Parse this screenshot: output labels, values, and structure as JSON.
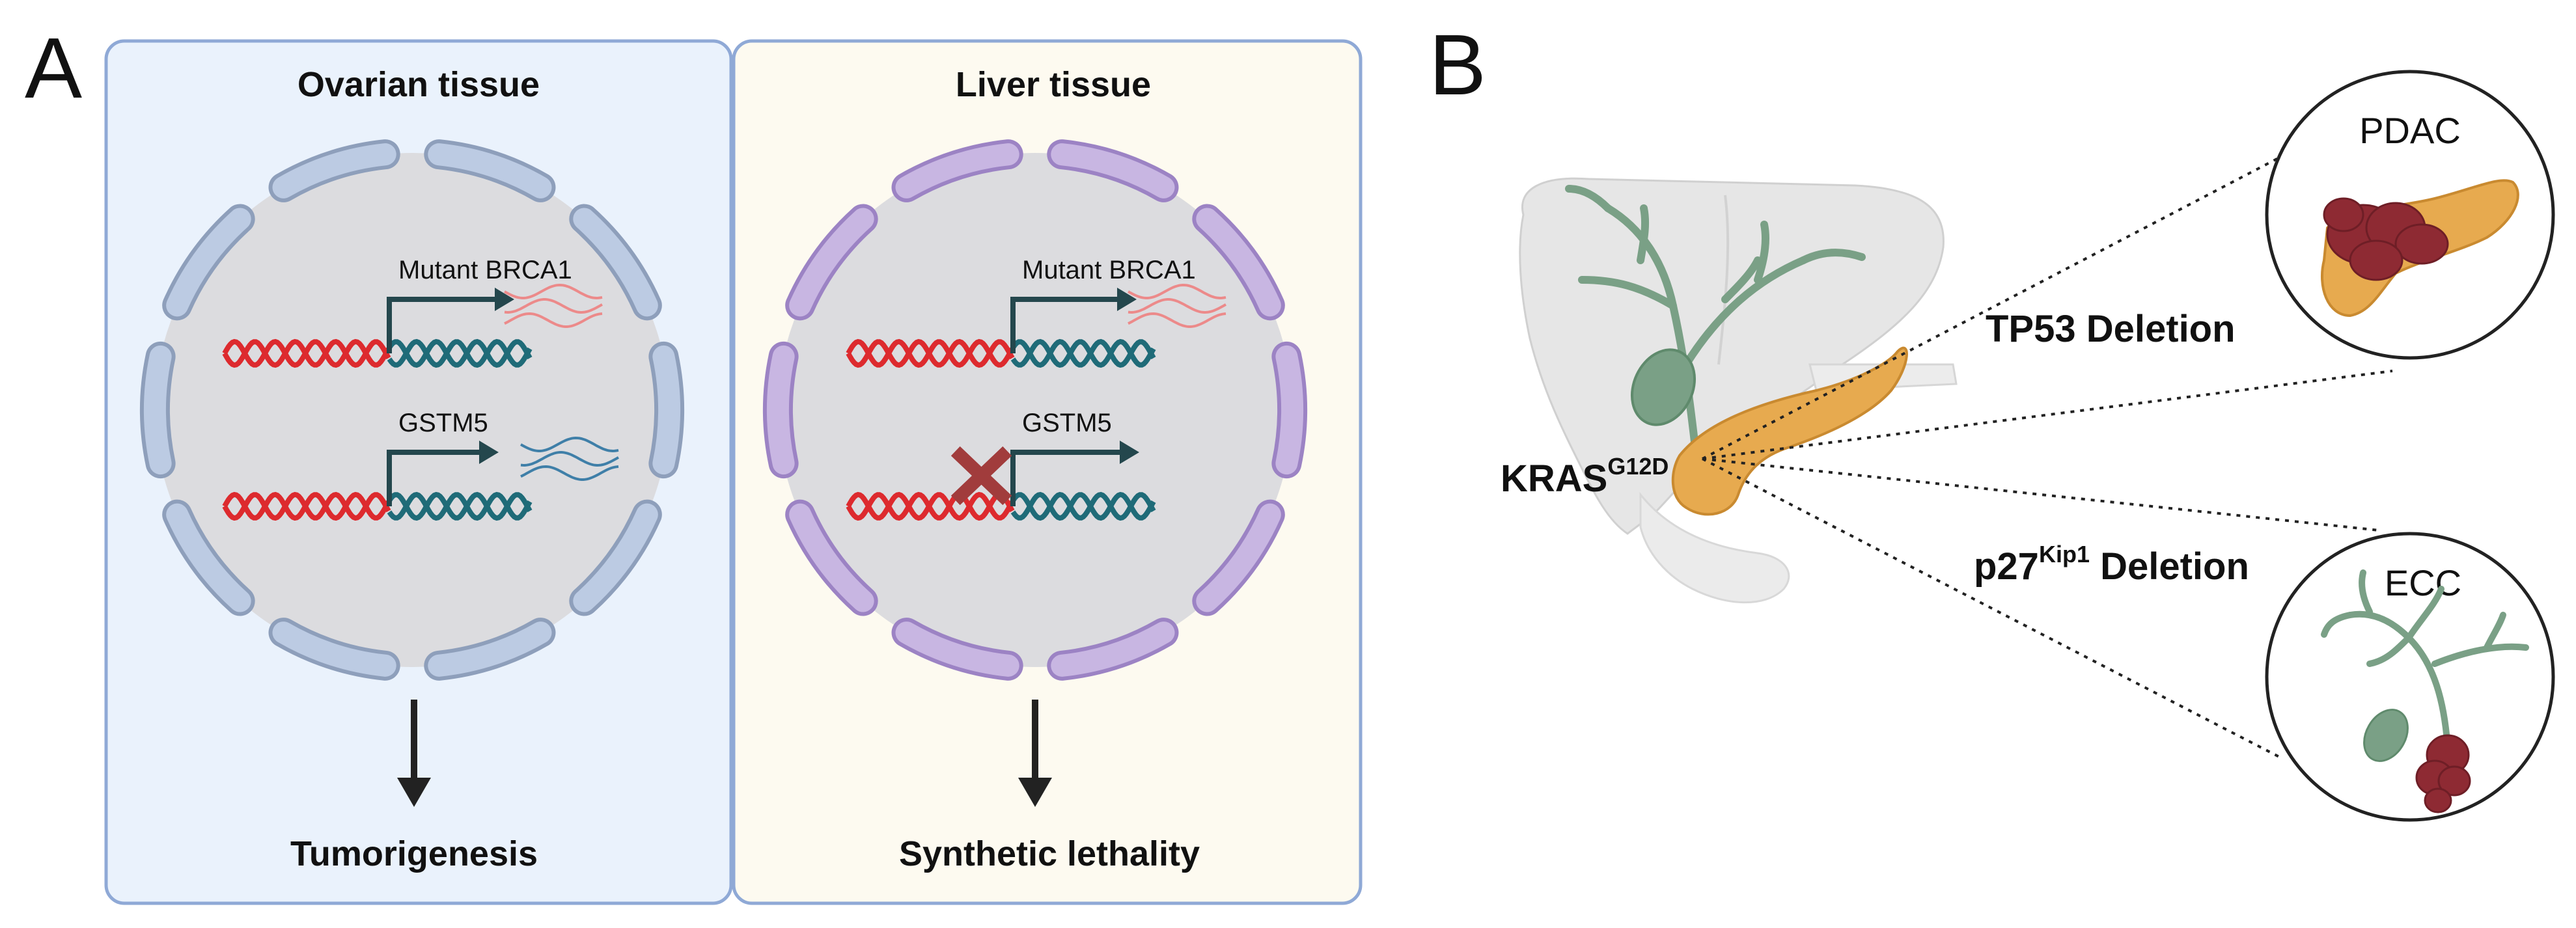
{
  "panel_a": {
    "letter": "A",
    "left_panel": {
      "title": "Ovarian tissue",
      "gene_top": "Mutant BRCA1",
      "gene_bottom": "GSTM5",
      "outcome": "Tumorigenesis"
    },
    "right_panel": {
      "title": "Liver tissue",
      "gene_top": "Mutant BRCA1",
      "gene_bottom": "GSTM5",
      "outcome": "Synthetic lethality"
    }
  },
  "panel_b": {
    "letter": "B",
    "kras": {
      "base": "KRAS",
      "sup": "G12D"
    },
    "tp53_label": "TP53 Deletion",
    "p27": {
      "base": "p27",
      "sup": "Kip1",
      "suffix": " Deletion"
    },
    "circle_top": "PDAC",
    "circle_bottom": "ECC"
  },
  "colors": {
    "ovarian_bg": "#eaf2fc",
    "liver_bg": "#fdfaf0",
    "panel_border": "#8fa9d6",
    "nucleus_fill": "#dcdcdf",
    "ovarian_envelope": "#bccbe3",
    "ovarian_envelope_stroke": "#8e9fbb",
    "liver_envelope": "#c8b6e2",
    "liver_envelope_stroke": "#9c83c4",
    "dna_red": "#dd2a2e",
    "dna_teal": "#1f6b78",
    "arrow_dark": "#24474d",
    "mrna_red": "#ec8a8a",
    "mrna_blue": "#3f7fa8",
    "block_x": "#a13c3c",
    "liver_gray": "#e4e4e4",
    "biliary_green": "#7aa086",
    "pancreas_orange": "#e7aa4f",
    "tumor_red": "#8e2a33"
  }
}
